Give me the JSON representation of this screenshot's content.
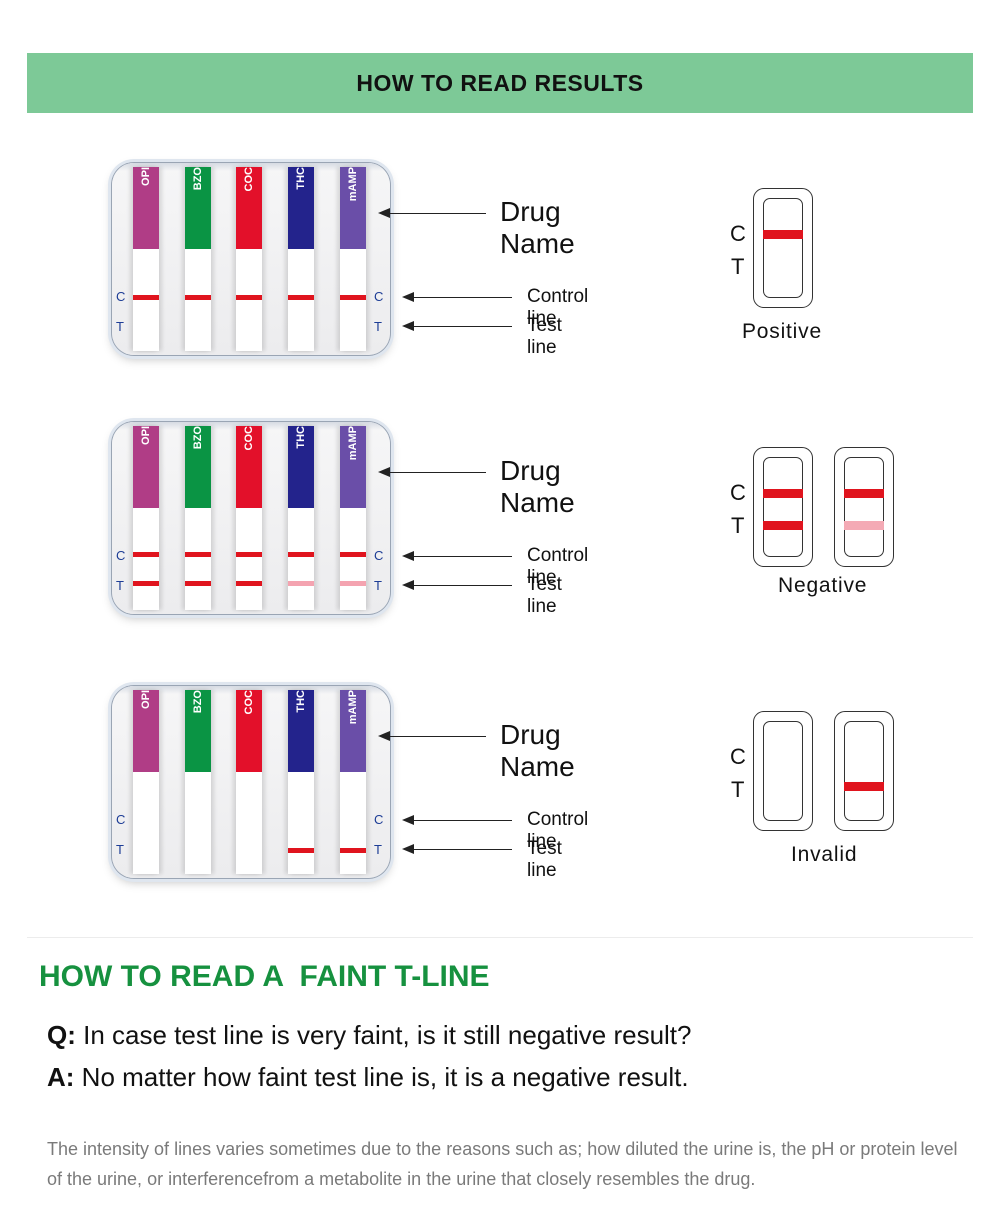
{
  "header": {
    "title": "HOW TO READ RESULTS"
  },
  "colors": {
    "header_band": "#7dc997",
    "faint_title": "#16913f",
    "line_red": "#e0141e",
    "line_faint": "#f4a3b0",
    "opi": "#b03d86",
    "bzo": "#0a9444",
    "coc": "#e3102a",
    "thc": "#23238c",
    "mamp": "#6a4ea8"
  },
  "strips": [
    {
      "key": "opi",
      "label": "OPI"
    },
    {
      "key": "bzo",
      "label": "BZO"
    },
    {
      "key": "coc",
      "label": "COC"
    },
    {
      "key": "thc",
      "label": "THC"
    },
    {
      "key": "mamp",
      "label": "mAMP"
    }
  ],
  "panel_letters": {
    "c": "C",
    "t": "T"
  },
  "labels": {
    "drug_name": "Drug Name",
    "control_line": "Control line",
    "test_line": "Test line"
  },
  "sections": [
    {
      "result": "Positive",
      "strip_lines": {
        "control": [
          "solid",
          "solid",
          "solid",
          "solid",
          "solid"
        ],
        "test": [
          "none",
          "none",
          "none",
          "none",
          "none"
        ]
      },
      "cassettes": [
        {
          "control": "solid",
          "test": "none"
        }
      ]
    },
    {
      "result": "Negative",
      "strip_lines": {
        "control": [
          "solid",
          "solid",
          "solid",
          "solid",
          "solid"
        ],
        "test": [
          "solid",
          "solid",
          "solid",
          "faint",
          "faint"
        ]
      },
      "cassettes": [
        {
          "control": "solid",
          "test": "solid"
        },
        {
          "control": "solid",
          "test": "faint"
        }
      ]
    },
    {
      "result": "Invalid",
      "strip_lines": {
        "control": [
          "none",
          "none",
          "none",
          "none",
          "none"
        ],
        "test": [
          "none",
          "none",
          "none",
          "solid",
          "solid"
        ]
      },
      "cassettes": [
        {
          "control": "none",
          "test": "none"
        },
        {
          "control": "none",
          "test": "solid"
        }
      ]
    }
  ],
  "faint": {
    "title": "HOW TO READ A  FAINT T-LINE",
    "q_prefix": "Q:",
    "q_text": " In case test line is very faint, is it still negative result?",
    "a_prefix": "A:",
    "a_text": " No matter how faint test line is, it is a negative result.",
    "note": "The intensity of lines varies sometimes due to the reasons such as; how diluted the urine is, the pH or protein level of the urine, or interferencefrom a metabolite in the urine that closely resembles the drug."
  }
}
